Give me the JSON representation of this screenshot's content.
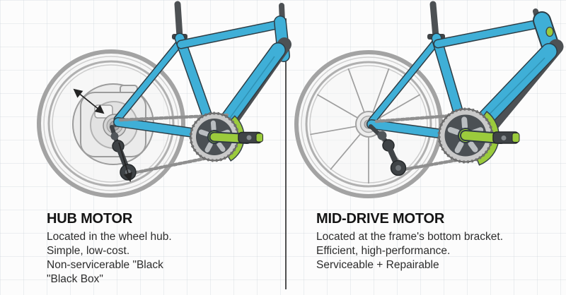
{
  "diagram": {
    "panels": [
      {
        "id": "hub-motor",
        "title": "HUB MOTOR",
        "lines": [
          "Located in the wheel hub.",
          "Simple, low-cost.",
          "Non-servicerable \"Black",
          "\"Black Box\""
        ]
      },
      {
        "id": "mid-drive-motor",
        "title": "MID-DRIVE MOTOR",
        "lines": [
          "Located at the frame's bottom bracket.",
          "Efficient, high-performance.",
          "Serviceable + Repairable"
        ]
      }
    ],
    "colors": {
      "frame_blue": "#3fafd7",
      "accent_green": "#9bcb3c",
      "component_dark": "#4b5054",
      "outline_dark": "#2e3d45",
      "wheel_gray": "#a3a3a3",
      "chain_gray": "#8f8f8f",
      "divider": "#3d3d3d",
      "text": "#2c2c2c",
      "background": "#fcfcfc"
    },
    "icons": [
      "pointer-arrow-hub-motor",
      "pointer-arrow-derailleur"
    ]
  }
}
